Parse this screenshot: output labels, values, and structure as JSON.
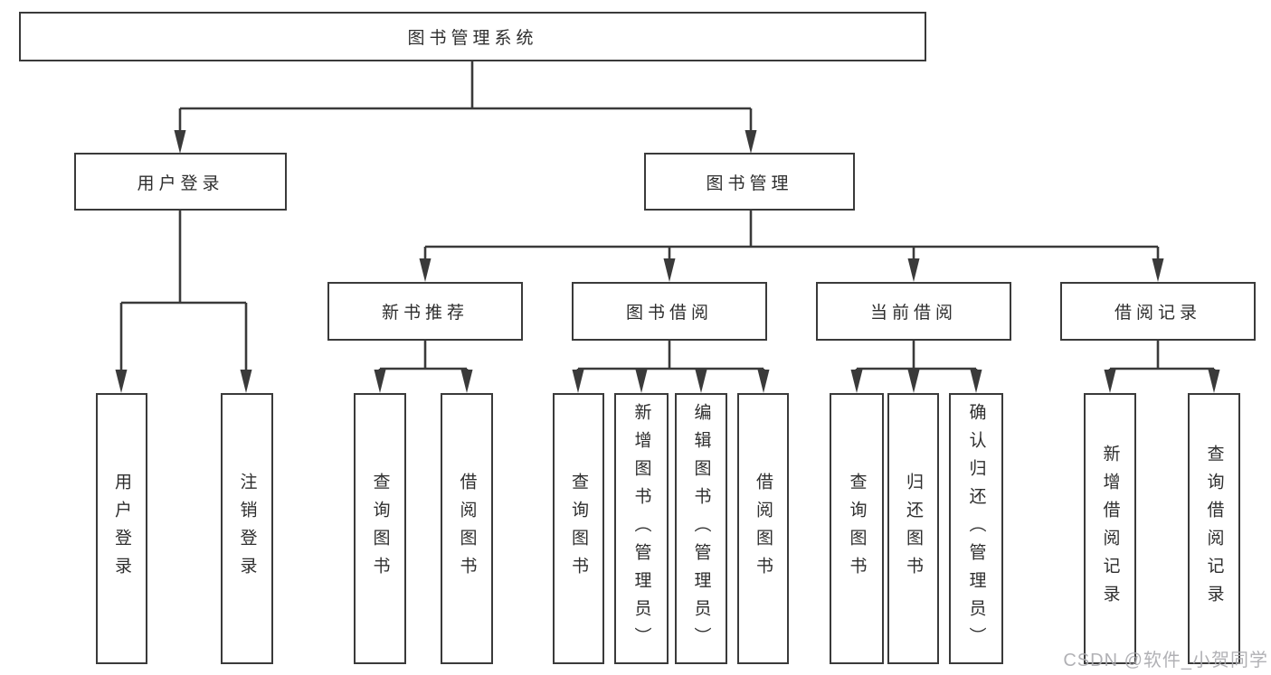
{
  "diagram": {
    "title": "图书管理系统",
    "user_login": {
      "label": "用户登录",
      "children": [
        "用户登录",
        "注销登录"
      ]
    },
    "book_mgmt": {
      "label": "图书管理",
      "new_book": {
        "label": "新书推荐",
        "children": [
          "查询图书",
          "借阅图书"
        ]
      },
      "book_borrow": {
        "label": "图书借阅",
        "children": [
          "查询图书",
          "新增图书（管理员）",
          "编辑图书（管理员）",
          "借阅图书"
        ]
      },
      "current_borrow": {
        "label": "当前借阅",
        "children": [
          "查询图书",
          "归还图书",
          "确认归还（管理员）"
        ]
      },
      "borrow_record": {
        "label": "借阅记录",
        "children": [
          "新增借阅记录",
          "查询借阅记录"
        ]
      }
    }
  },
  "watermark": "CSDN @软件_小贺同学",
  "colors": {
    "line": "#3a3a3a",
    "text": "#2e2e2e",
    "background": "#ffffff",
    "watermark": "#a9a9ad"
  }
}
